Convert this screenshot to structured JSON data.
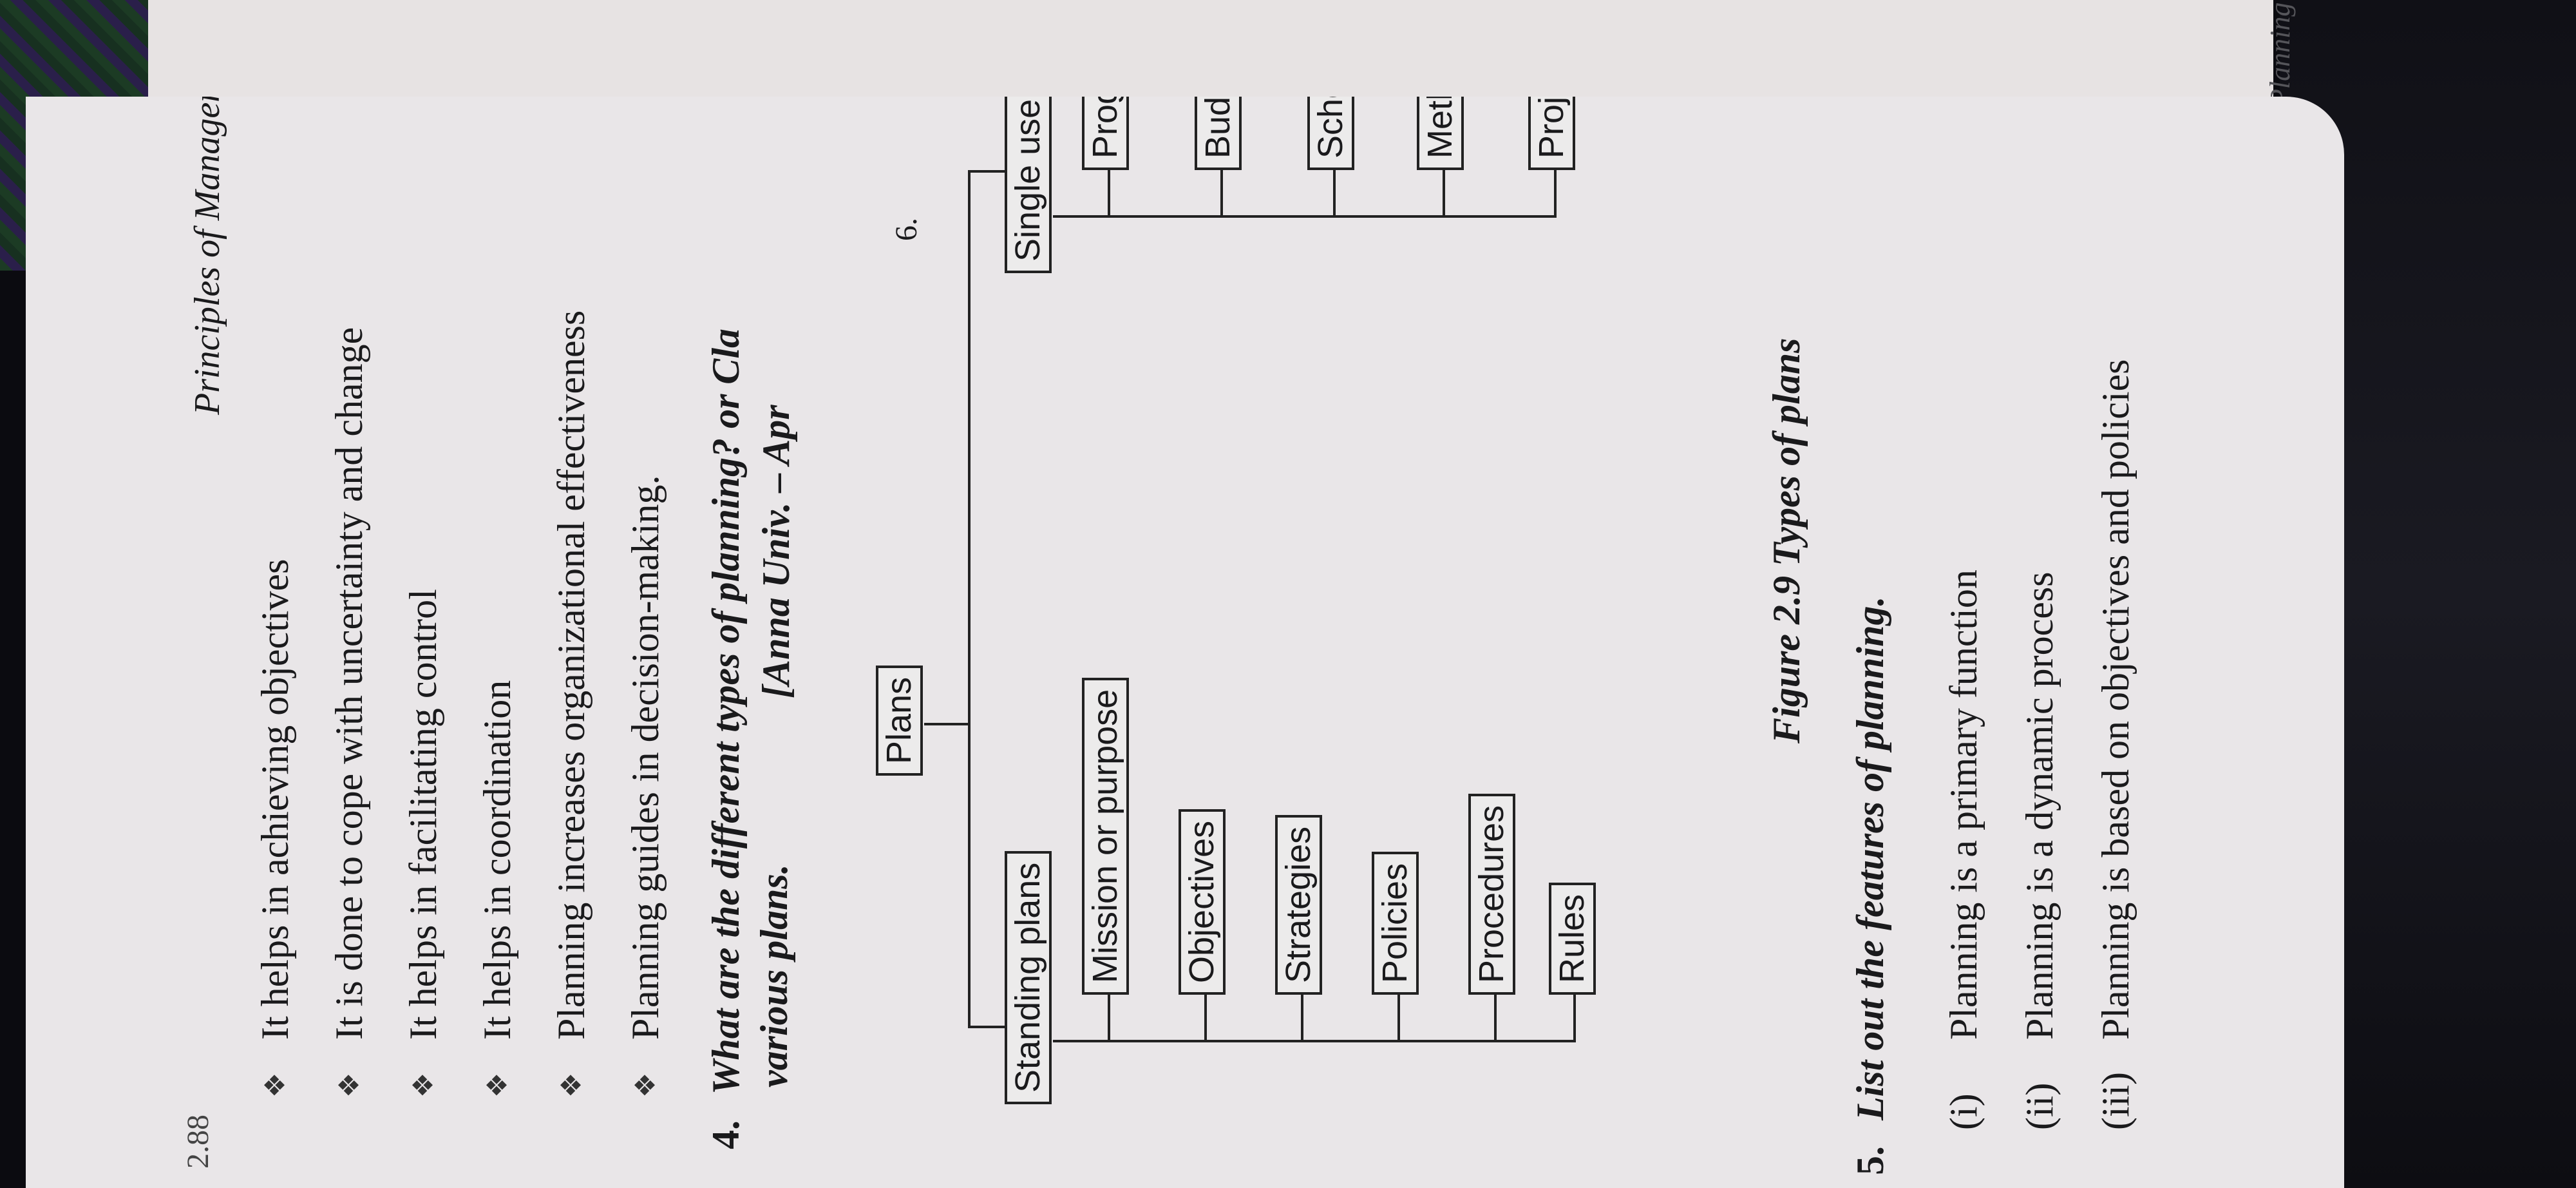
{
  "page": {
    "number": "2.88",
    "running_header": "Principles of Management",
    "back_page_header": "Planning",
    "edge_text": "6."
  },
  "bullets": [
    "It helps in achieving objectives",
    "It is done to cope with uncertainty and change",
    "It helps in facilitating control",
    "It helps in coordination",
    "Planning increases organizational effectiveness",
    "Planning guides in decision-making."
  ],
  "bullet_symbol": "❖",
  "question4": {
    "number": "4.",
    "text": "What are the different types of planning? or Classify the various plans.",
    "line1": "What are the different types of planning? or Cla",
    "line2": "various plans.",
    "citation": "[Anna Univ. – Apr"
  },
  "diagram": {
    "root": "Plans",
    "standing": {
      "label": "Standing plans",
      "children": [
        "Mission or purpose",
        "Objectives",
        "Strategies",
        "Policies",
        "Procedures",
        "Rules"
      ]
    },
    "single_use": {
      "label": "Single use plans",
      "children": [
        "Programmes",
        "Budgets",
        "Schedules",
        "Methods",
        "Projects"
      ]
    }
  },
  "caption": "Figure 2.9 Types of plans",
  "question5": {
    "number": "5.",
    "text": "List out the features of planning."
  },
  "features": [
    {
      "roman": "(i)",
      "text": "Planning is a primary function"
    },
    {
      "roman": "(ii)",
      "text": "Planning is a dynamic process"
    },
    {
      "roman": "(iii)",
      "text": "Planning is based on objectives and policies"
    }
  ]
}
